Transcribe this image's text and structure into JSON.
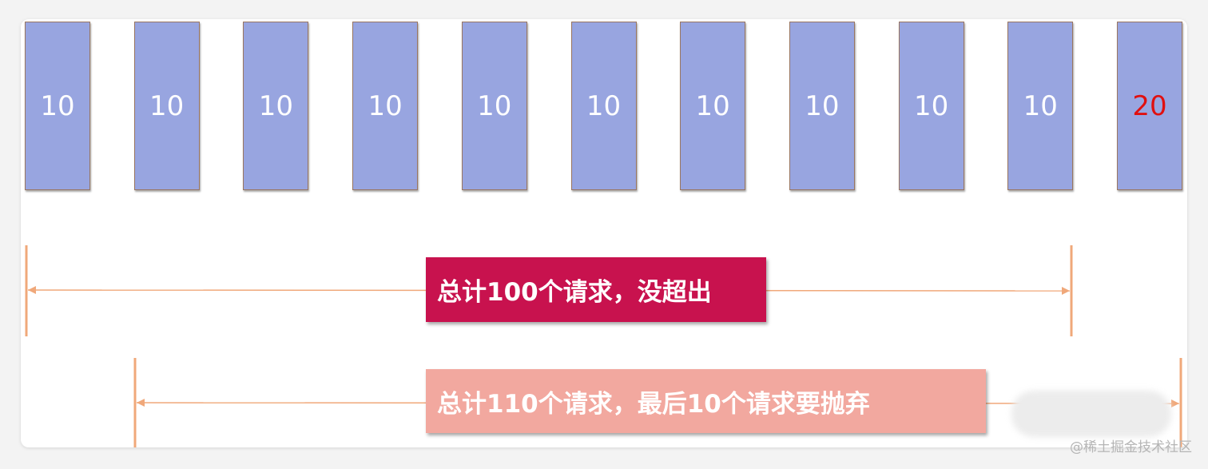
{
  "bars": [
    {
      "value": "10",
      "highlight": false
    },
    {
      "value": "10",
      "highlight": false
    },
    {
      "value": "10",
      "highlight": false
    },
    {
      "value": "10",
      "highlight": false
    },
    {
      "value": "10",
      "highlight": false
    },
    {
      "value": "10",
      "highlight": false
    },
    {
      "value": "10",
      "highlight": false
    },
    {
      "value": "10",
      "highlight": false
    },
    {
      "value": "10",
      "highlight": false
    },
    {
      "value": "10",
      "highlight": false
    },
    {
      "value": "20",
      "highlight": true
    }
  ],
  "labels": {
    "upper": "总计100个请求，没超出",
    "lower": "总计110个请求，最后10个请求要抛弃"
  },
  "watermark": "@稀土掘金技术社区",
  "colors": {
    "bar_fill": "#98a5e0",
    "highlight_text": "#e01010",
    "upper_label": "#c8124e",
    "lower_label": "#f2a89f",
    "arrow": "#f0a87a"
  }
}
